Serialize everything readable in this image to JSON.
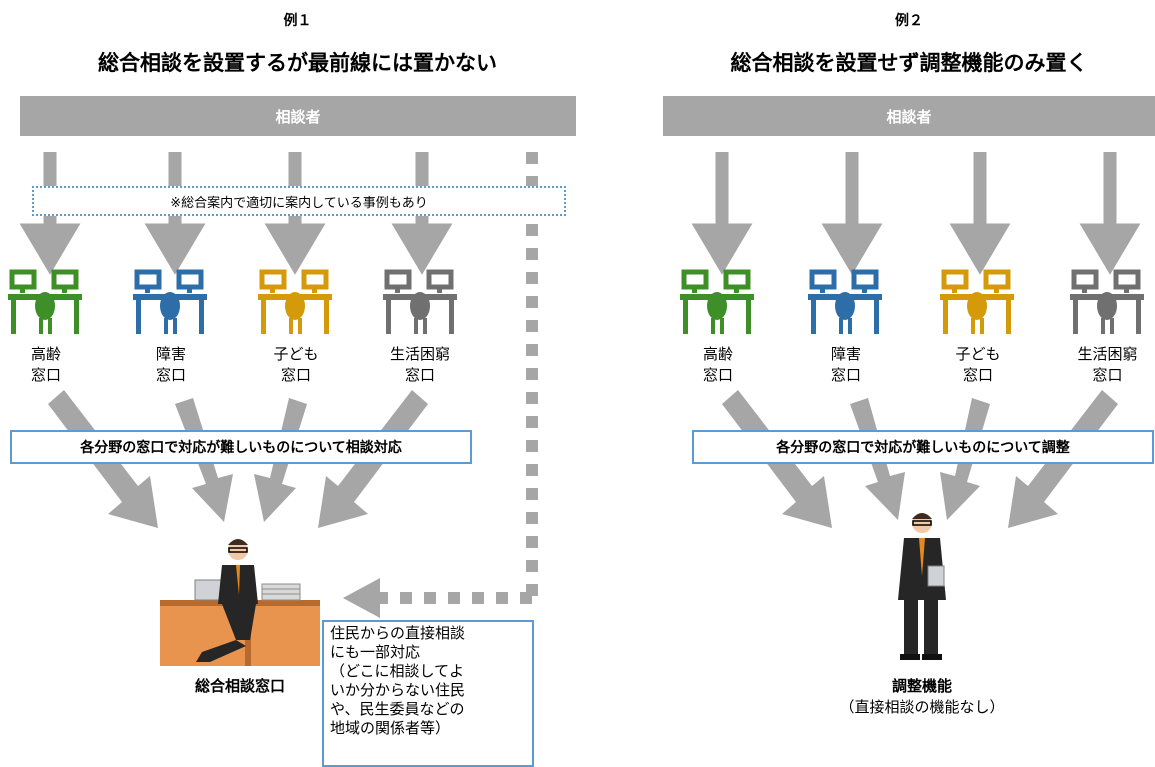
{
  "left": {
    "example_label": "例１",
    "title": "総合相談を設置するが最前線には置かない",
    "bar_label": "相談者",
    "dotted_note": "※総合案内で適切に案内している事例もあり",
    "windows": [
      {
        "line1": "高齢",
        "line2": "窓口",
        "color": "#3f8f29"
      },
      {
        "line1": "障害",
        "line2": "窓口",
        "color": "#2e6ea8"
      },
      {
        "line1": "子ども",
        "line2": "窓口",
        "color": "#d49a0a"
      },
      {
        "line1": "生活困窮",
        "line2": "窓口",
        "color": "#707070"
      }
    ],
    "middle_box": "各分野の窓口で対応が難しいものについて相談対応",
    "desk_caption": "総合相談窓口",
    "direct_note": [
      "住民からの直接相談",
      "にも一部対応",
      "（どこに相談してよ",
      "いか分からない住民",
      "や、民生委員などの",
      "地域の関係者等）"
    ]
  },
  "right": {
    "example_label": "例２",
    "title": "総合相談を設置せず調整機能のみ置く",
    "bar_label": "相談者",
    "windows": [
      {
        "line1": "高齢",
        "line2": "窓口",
        "color": "#3f8f29"
      },
      {
        "line1": "障害",
        "line2": "窓口",
        "color": "#2e6ea8"
      },
      {
        "line1": "子ども",
        "line2": "窓口",
        "color": "#d49a0a"
      },
      {
        "line1": "生活困窮",
        "line2": "窓口",
        "color": "#707070"
      }
    ],
    "middle_box": "各分野の窓口で対応が難しいものについて調整",
    "person_caption": "調整機能",
    "person_subcaption": "（直接相談の機能なし）"
  },
  "colors": {
    "arrow": "#a6a6a6",
    "box_border": "#5b9bd5",
    "desk": "#e8944e"
  }
}
